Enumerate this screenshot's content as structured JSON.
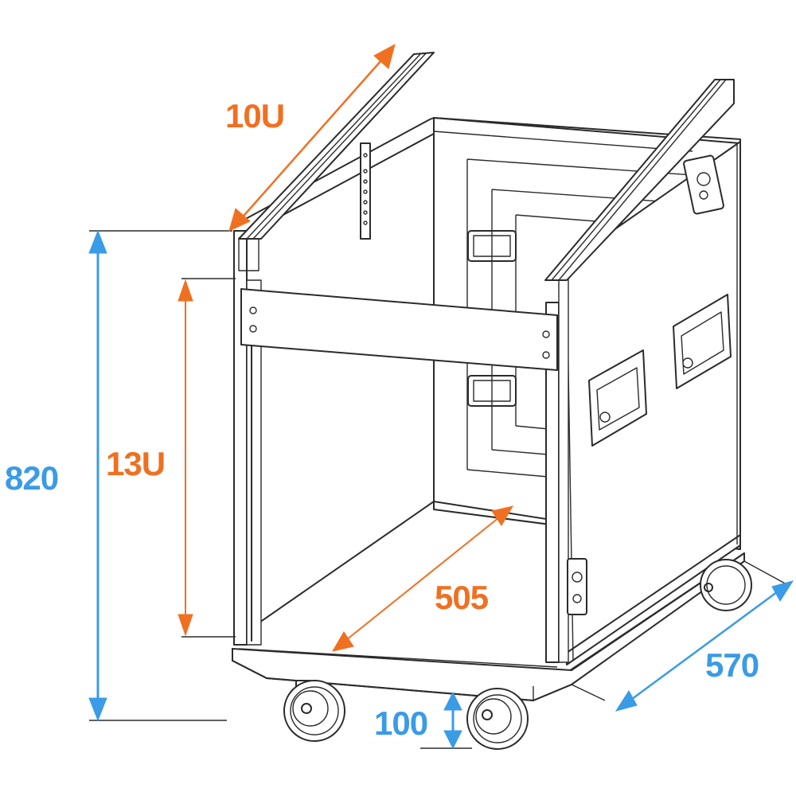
{
  "colors": {
    "outline": "#2b2b2b",
    "orange_dimension": "#f07022",
    "blue_dimension": "#3a9be6",
    "background": "#ffffff"
  },
  "dimensions": {
    "top_rack": {
      "label": "10U",
      "color": "orange",
      "description": "slanted top rack height units"
    },
    "front_rack": {
      "label": "13U",
      "color": "orange",
      "description": "front vertical rack height units"
    },
    "overall_height": {
      "label": "820",
      "color": "blue",
      "description": "total height"
    },
    "inner_depth": {
      "label": "505",
      "color": "orange",
      "description": "interior mounting depth"
    },
    "outer_depth": {
      "label": "570",
      "color": "blue",
      "description": "outer depth"
    },
    "caster_height": {
      "label": "100",
      "color": "blue",
      "description": "caster wheel height"
    }
  },
  "parts": {
    "slanted_rails": 2,
    "rack_bar": 1,
    "side_handles": 2,
    "butterfly_latches": 2,
    "caster_wheels": 3,
    "hinges": 2
  }
}
